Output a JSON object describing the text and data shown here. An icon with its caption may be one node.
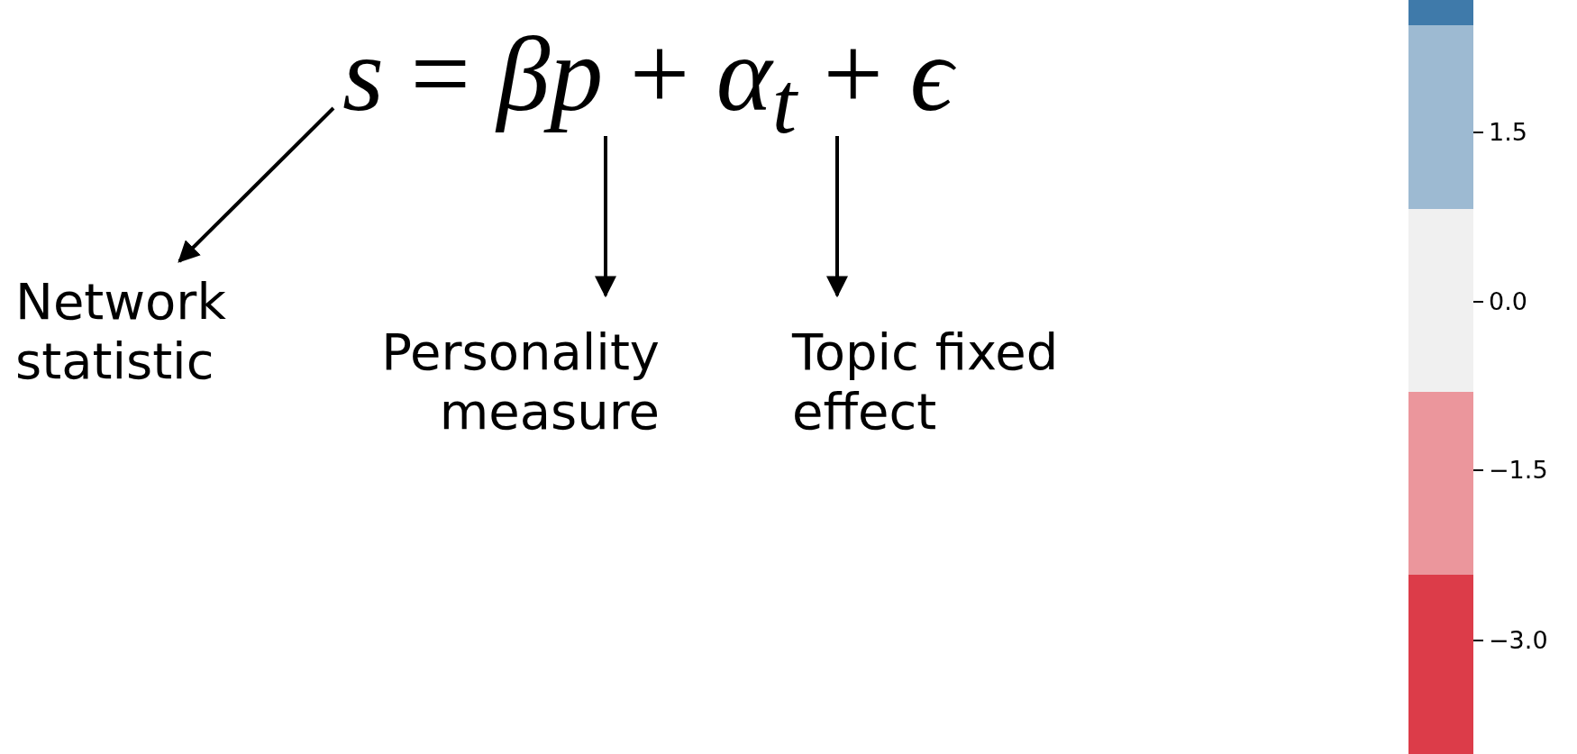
{
  "diagram": {
    "nodes": [
      {
        "text": [
          "*s* = *βp* + *α*$_{t}$ + *ϵ*"
        ]
      },
      {
        "text": [
          "Network statistic"
        ]
      },
      {
        "text": [
          "Personality measure"
        ]
      },
      {
        "text": [
          "Topic fixed effect"
        ]
      }
    ],
    "edges": [
      {
        "from": 0,
        "to": 1,
        "arrow": "to"
      },
      {
        "from": 0,
        "to": 2,
        "arrow": "to"
      },
      {
        "from": 0,
        "to": 3,
        "arrow": "to"
      }
    ],
    "labels": [
      "1.5",
      "0.0",
      "−1.5",
      "−3.0"
    ]
  }
}
